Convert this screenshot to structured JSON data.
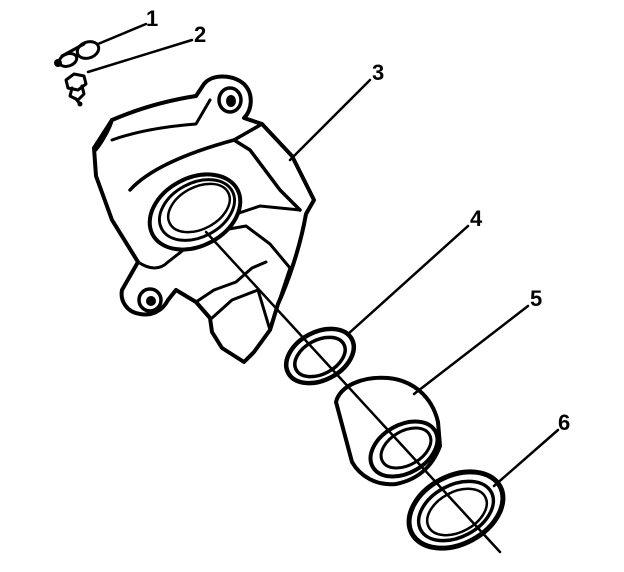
{
  "callouts": [
    {
      "id": "1",
      "label": "1"
    },
    {
      "id": "2",
      "label": "2"
    },
    {
      "id": "3",
      "label": "3"
    },
    {
      "id": "4",
      "label": "4"
    },
    {
      "id": "5",
      "label": "5"
    },
    {
      "id": "6",
      "label": "6"
    }
  ],
  "colors": {
    "ink": "#000000",
    "background": "#ffffff"
  }
}
